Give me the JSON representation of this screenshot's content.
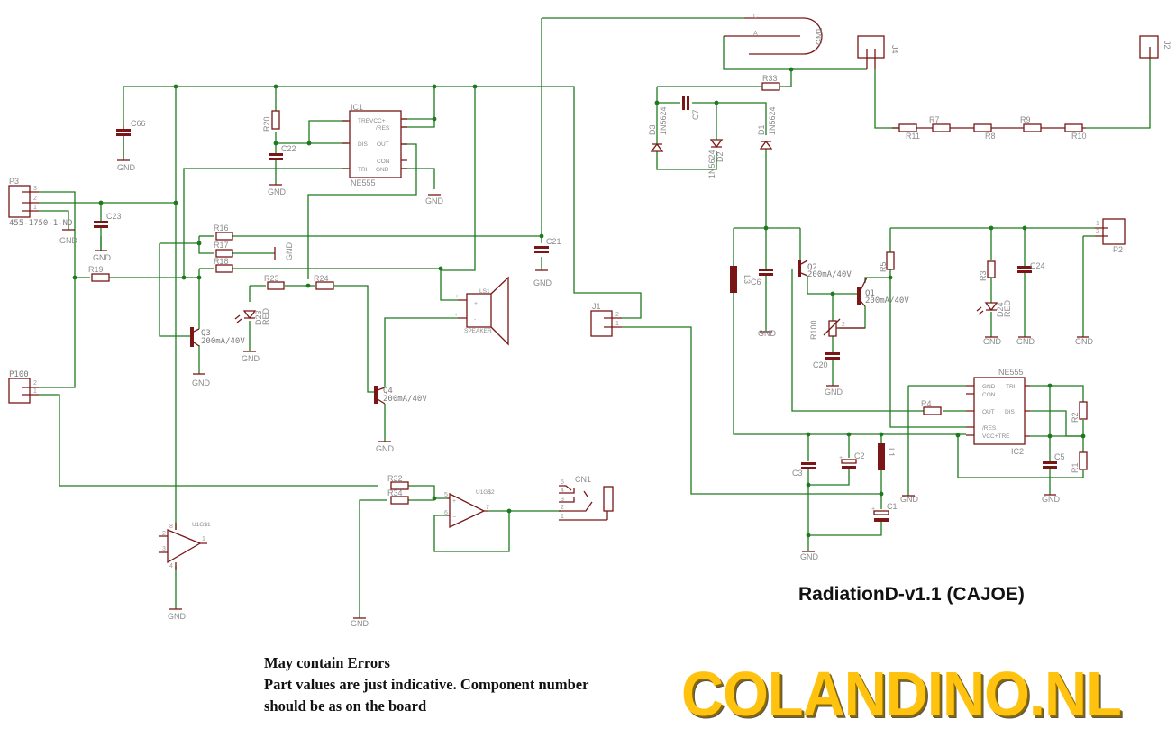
{
  "title": "RadiationD-v1.1 (CAJOE)",
  "notes": [
    "May contain  Errors",
    "Part values are just indicative. Component number",
    "should be as on the board"
  ],
  "brand": "COLANDINO.NL",
  "colors": {
    "wire": "#1e7a1e",
    "part": "#7a1616",
    "label": "#8a8a8a",
    "brand": "#ffc20e"
  },
  "gnd": "GND",
  "transistor_value": "200mA/40V",
  "diode_value": "1N5624",
  "led_value": "RED",
  "parts": {
    "C66": "C66",
    "C22": "C22",
    "C23": "C23",
    "C21": "C21",
    "C7": "C7",
    "C6": "C6",
    "C20": "C20",
    "C24": "C24",
    "C3": "C3",
    "C2": "C2",
    "C1": "C1",
    "C5": "C5",
    "R20": "R20",
    "R16": "R16",
    "R17": "R17",
    "R18": "R18",
    "R19": "R19",
    "R23": "R23",
    "R24": "R24",
    "R33": "R33",
    "R11": "R11",
    "R7": "R7",
    "R8": "R8",
    "R9": "R9",
    "R10": "R10",
    "R5": "R5",
    "R3": "R3",
    "R100": "R100",
    "R4": "R4",
    "R2": "R2",
    "R1": "R1",
    "R32": "R32",
    "R34": "R34",
    "Q1": "Q1",
    "Q2": "Q2",
    "Q3": "Q3",
    "Q4": "Q4",
    "D1": "D1",
    "D2": "D2",
    "D3": "D3",
    "D23": "D23",
    "D24": "D24",
    "L1": "L1",
    "L3": "L3",
    "IC1": "IC1",
    "IC2": "IC2",
    "NE555": "NE555",
    "GM1": "GM1",
    "J1": "J1",
    "J2": "J2",
    "J4": "J4",
    "P2": "P2",
    "P3": "P3",
    "P100": "P100",
    "P3_part": "455-1750-1-ND",
    "LS1": "LS1",
    "SPEAKER": "SPEAKER",
    "CN1": "CN1",
    "U1G1": "U1G$1",
    "U1G2": "U1G$2"
  },
  "ne555_pins": {
    "tre": "TRE",
    "vcc": "VCC+",
    "res": "/RES",
    "dis": "DIS",
    "out": "OUT",
    "con": "CON",
    "tri": "TRI",
    "gnd": "GND",
    "vcctre": "VCC+TRE",
    "trevcc": "TREVCC+"
  },
  "gm_pins": {
    "c": "C",
    "a": "A"
  }
}
